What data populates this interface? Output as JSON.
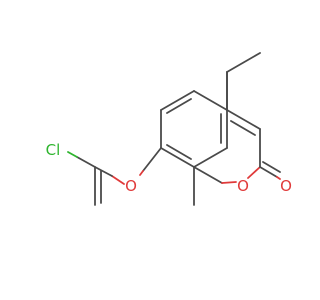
{
  "molecule": {
    "atoms": {
      "oxygen_ring": "O",
      "oxygen_carbonyl": "O",
      "oxygen_ether": "O",
      "chlorine": "Cl"
    },
    "colors": {
      "bond": "#4a4a4a",
      "oxygen": "#e03a3a",
      "chlorine": "#2fb52f"
    }
  }
}
